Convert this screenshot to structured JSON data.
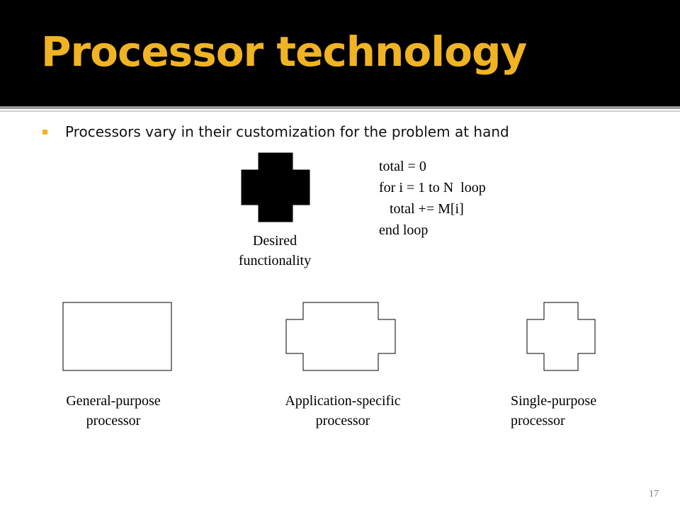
{
  "slide": {
    "title": "Processor technology",
    "bullet": "Processors vary in their customization for the problem at hand",
    "code": [
      "total = 0",
      "for i = 1 to N  loop",
      "   total += M[i]",
      "end loop"
    ],
    "desired": {
      "line1": "Desired",
      "line2": "functionality"
    },
    "general": {
      "line1": "General-purpose",
      "line2": "processor"
    },
    "application": {
      "line1": "Application-specific",
      "line2": "processor"
    },
    "single": {
      "line1": "Single-purpose",
      "line2": "processor"
    },
    "page_number": "17",
    "colors": {
      "title_bg": "#000000",
      "title_text": "#f0b323",
      "bullet": "#f0b323"
    }
  }
}
